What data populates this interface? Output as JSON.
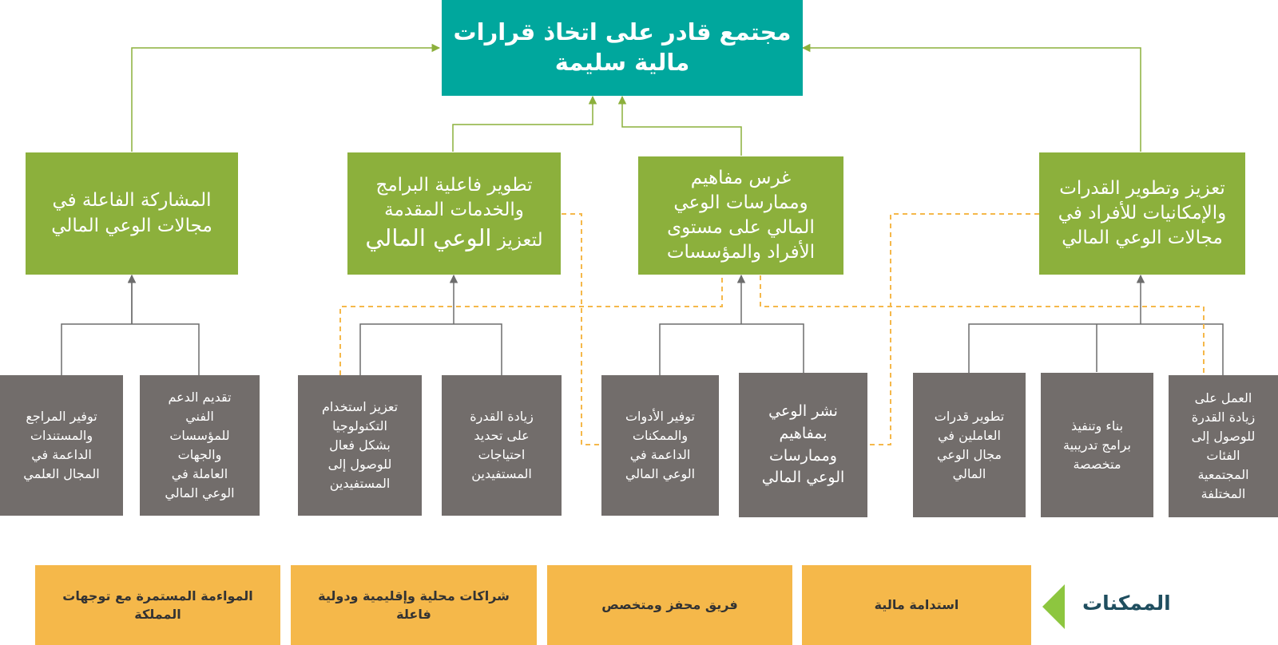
{
  "goal": "مجتمع قادر على اتخاذ قرارات\nمالية سليمة",
  "objectives": {
    "participation": "المشاركة الفاعلة في\nمجالات الوعي المالي",
    "programs": {
      "line1": "تطوير  فاعلية البرامج\nوالخدمات المقدمة\n",
      "pre": "لتعزيز ",
      "big": "الوعي المالي"
    },
    "concepts": "غرس مفاهيم\nوممارسات الوعي\nالمالي على مستوى\nالأفراد والمؤسسات",
    "capabilities": "تعزيز وتطوير  القدرات\nوالإمكانيات للأفراد في\nمجالات الوعي المالي"
  },
  "activities": {
    "references": "توفير المراجع\nوالمستندات\nالداعمة في\nالمجال العلمي",
    "support": "تقديم الدعم\nالفني\nللمؤسسات\nوالجهات\nالعاملة في\nالوعي المالي",
    "technology": "تعزيز استخدام\nالتكنولوجيا\nبشكل فعال\nللوصول إلى\nالمستفيدين",
    "needs": "زيادة القدرة\nعلى تحديد\nاحتياجات\nالمستفيدين",
    "tools": "توفير الأدوات\nوالممكنات\nالداعمة في\nالوعي المالي",
    "spread": "نشر الوعي\nبمفاهيم\nوممارسات\nالوعي المالي",
    "staff": "تطوير قدرات\nالعاملين في\nمجال الوعي\nالمالي",
    "training": "بناء وتنفيذ\nبرامج تدريبية\nمتخصصة",
    "reach": "العمل على\nزيادة القدرة\nللوصول إلى\nالفئات\nالمجتمعية\nالمختلفة"
  },
  "enablers": {
    "label": "الممكنات",
    "items": [
      "المواءمة المستمرة مع توجهات\nالمملكة",
      "شراكات محلية وإقليمية ودولية\nفاعلة",
      "فريق محفز ومتخصص",
      "استدامة مالية"
    ]
  },
  "colors": {
    "goal": "#00a79d",
    "objective": "#8cb03c",
    "activity": "#726d6b",
    "enabler": "#f5b84a",
    "arrow_green": "#8dc63f",
    "dashed": "#f5b84a"
  }
}
